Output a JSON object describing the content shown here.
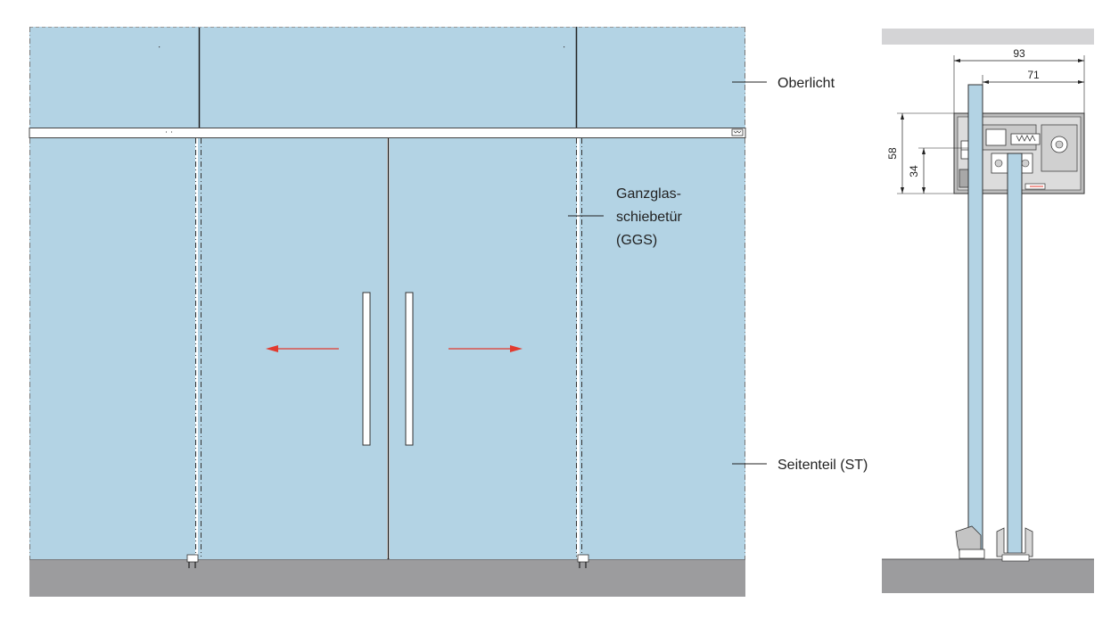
{
  "colors": {
    "glass": "#b3d3e4",
    "floor": "#9c9c9e",
    "topbar": "#d4d4d6",
    "arrow": "#e23a2e",
    "profile": "#9a9a9a",
    "line": "#222222"
  },
  "front_view": {
    "labels": {
      "oberlicht": "Oberlicht",
      "ggs_line1": "Ganzglas-",
      "ggs_line2": "schiebetür",
      "ggs_line3": "(GGS)",
      "seitenteil": "Seitenteil (ST)"
    },
    "arrows": [
      "arrow-left-icon",
      "arrow-right-icon"
    ]
  },
  "section_view": {
    "dimensions": {
      "width_total": "93",
      "width_inner": "71",
      "height_total": "58",
      "height_inner": "34"
    }
  }
}
